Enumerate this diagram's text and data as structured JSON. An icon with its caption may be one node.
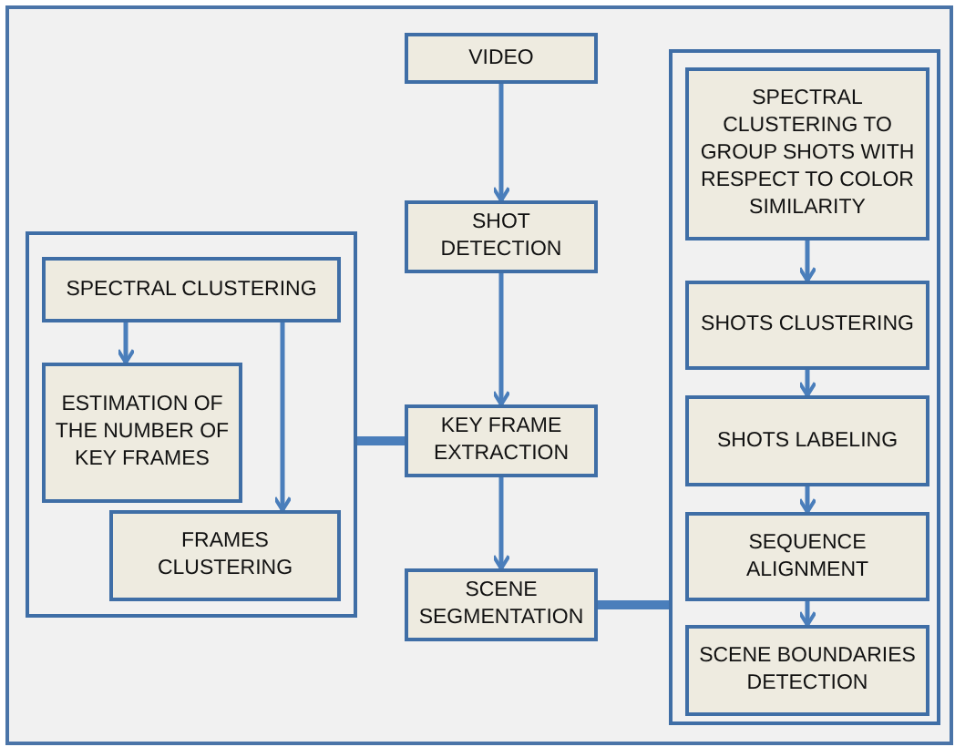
{
  "diagram": {
    "nodes": [
      {
        "text": [
          "VIDEO"
        ]
      },
      {
        "text": [
          "SHOT DETECTION"
        ]
      },
      {
        "text": [
          "KEY FRAME EXTRACTION"
        ]
      },
      {
        "text": [
          "SCENE SEGMENTATION"
        ]
      },
      {
        "text": [],
        "shape": "box"
      },
      {
        "text": [
          "SPECTRAL CLUSTERING"
        ],
        "in": 4
      },
      {
        "text": [
          "ESTIMATION OF THE NUMBER OF KEY FRAMES"
        ],
        "in": 4
      },
      {
        "text": [
          "FRAMES CLUSTERING"
        ],
        "in": 4
      },
      {
        "text": [],
        "shape": "box"
      },
      {
        "text": [
          "SPECTRAL CLUSTERING TO GROUP SHOTS WITH RESPECT TO COLOR SIMILARITY"
        ],
        "in": 8
      },
      {
        "text": [
          "SHOTS CLUSTERING"
        ],
        "in": 8
      },
      {
        "text": [
          "SHOTS LABELING"
        ],
        "in": 8
      },
      {
        "text": [
          "SEQUENCE ALIGNMENT"
        ],
        "in": 8
      },
      {
        "text": [
          "SCENE BOUNDARIES DETECTION"
        ],
        "in": 8
      }
    ],
    "edges": [
      {
        "from": 0,
        "to": 1,
        "arrow": "to"
      },
      {
        "from": 1,
        "to": 2,
        "arrow": "to"
      },
      {
        "from": 2,
        "to": 3,
        "arrow": "to"
      },
      {
        "from": 5,
        "to": 6,
        "arrow": "to"
      },
      {
        "from": 5,
        "to": 7,
        "arrow": "to"
      },
      {
        "from": 9,
        "to": 10,
        "arrow": "to"
      },
      {
        "from": 10,
        "to": 11,
        "arrow": "to"
      },
      {
        "from": 11,
        "to": 12,
        "arrow": "to"
      },
      {
        "from": 12,
        "to": 13,
        "arrow": "to"
      },
      {
        "from": 2,
        "to": 4,
        "arrow": "none",
        "style": "thick"
      },
      {
        "from": 3,
        "to": 8,
        "arrow": "none",
        "style": "thick"
      }
    ]
  }
}
